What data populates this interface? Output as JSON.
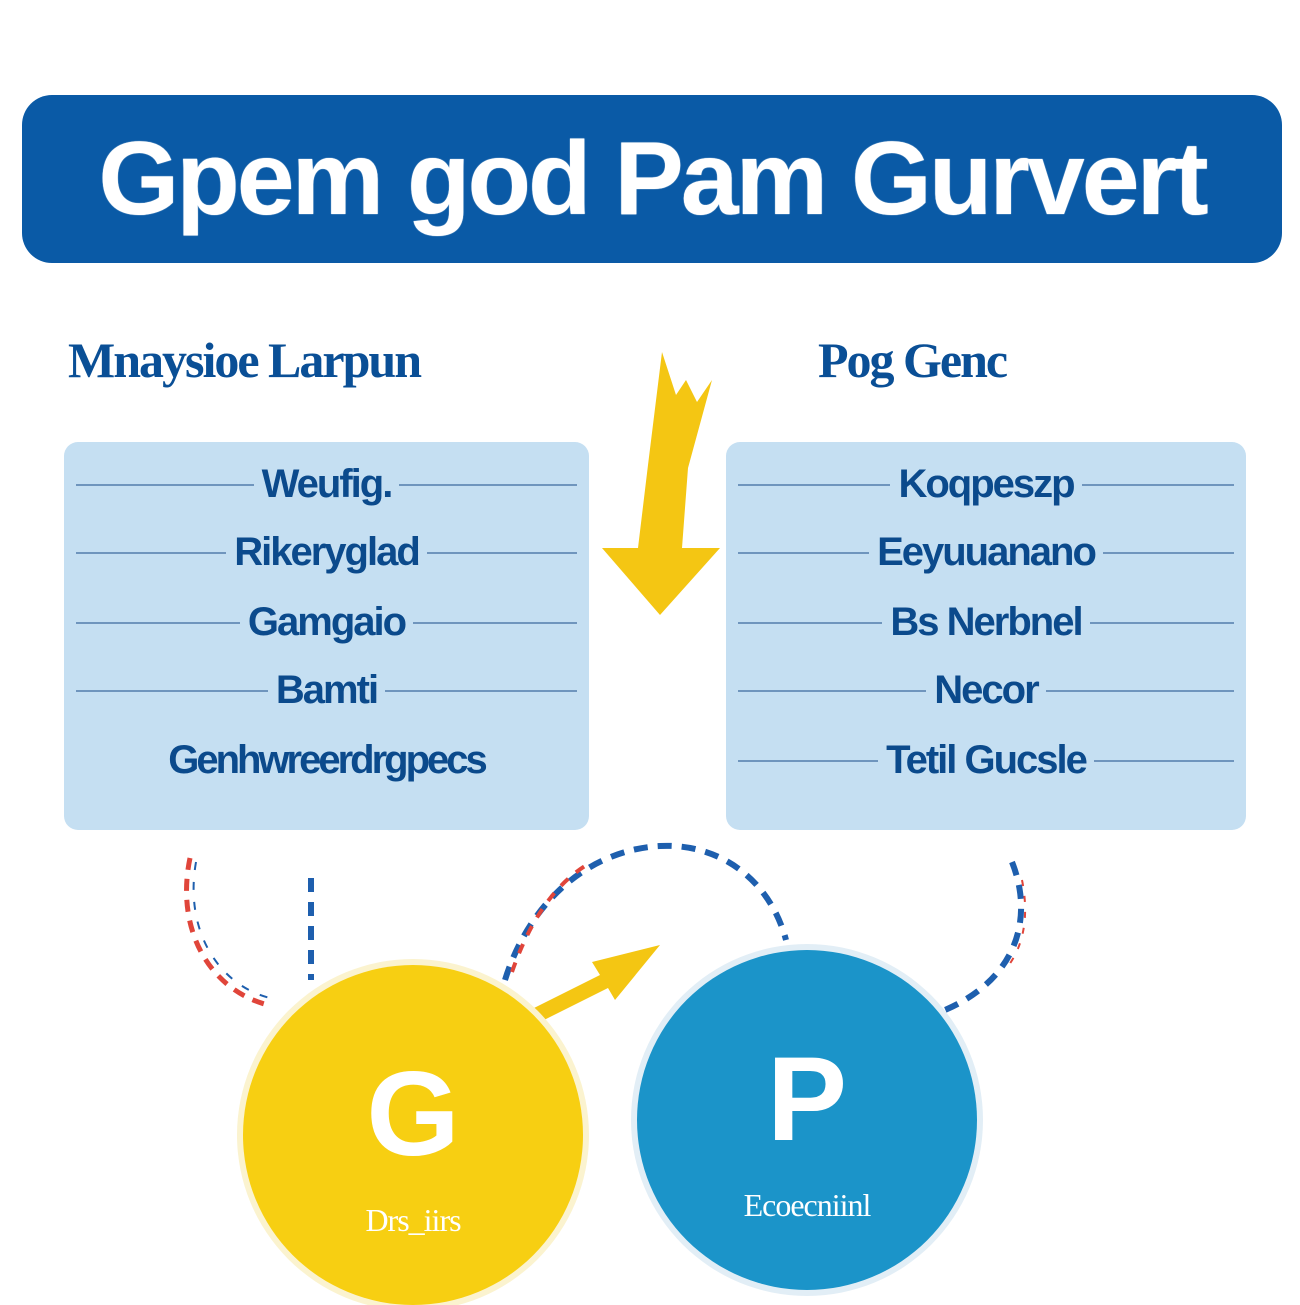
{
  "banner": {
    "title": "Gpem god Pam Gurvert",
    "color": "#0a5aa6"
  },
  "columns": {
    "left": {
      "heading": "Mnaysioe Larpun",
      "items": [
        "Weufig.",
        "Rikeryglad",
        "Gamgaio",
        "Bamti",
        "Genhwreerdrgpecs"
      ]
    },
    "right": {
      "heading": "Pog Genc",
      "items": [
        "Koqpeszp",
        "Eeyuuanano",
        "Bs Nerbnel",
        "Necor",
        "Tetil Gucsle"
      ]
    }
  },
  "nodes": {
    "g": {
      "letter": "G",
      "caption": "Drs_iirs",
      "color": "#f7cf12"
    },
    "p": {
      "letter": "P",
      "caption": "Ecoecniinl",
      "color": "#1b94c9"
    }
  },
  "colors": {
    "arrow": "#f4c613",
    "dash_blue": "#1e5fae",
    "dash_red": "#e0453a",
    "panel": "#c5dff2",
    "text": "#0b4a8c"
  }
}
